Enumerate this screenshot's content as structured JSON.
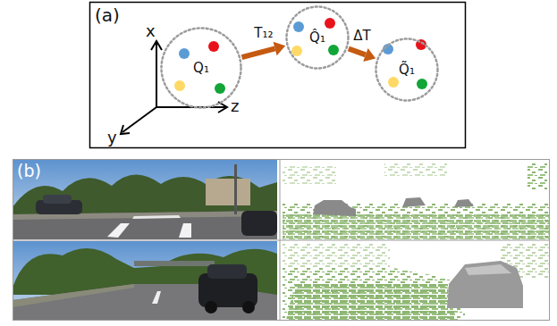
{
  "diagram": {
    "nodes": [
      {
        "text": [
          "Q₁"
        ]
      },
      {
        "text": [
          "Q̂₁"
        ]
      },
      {
        "text": [
          "Q̃₁"
        ]
      }
    ],
    "edges": [
      {
        "from": 0,
        "to": 1,
        "arrow": "to",
        "label": "T₁₂"
      },
      {
        "from": 1,
        "to": 2,
        "arrow": "to",
        "label": "ΔT"
      }
    ],
    "labels": [
      "(a)",
      "x",
      "z",
      "y",
      "(b)"
    ]
  }
}
